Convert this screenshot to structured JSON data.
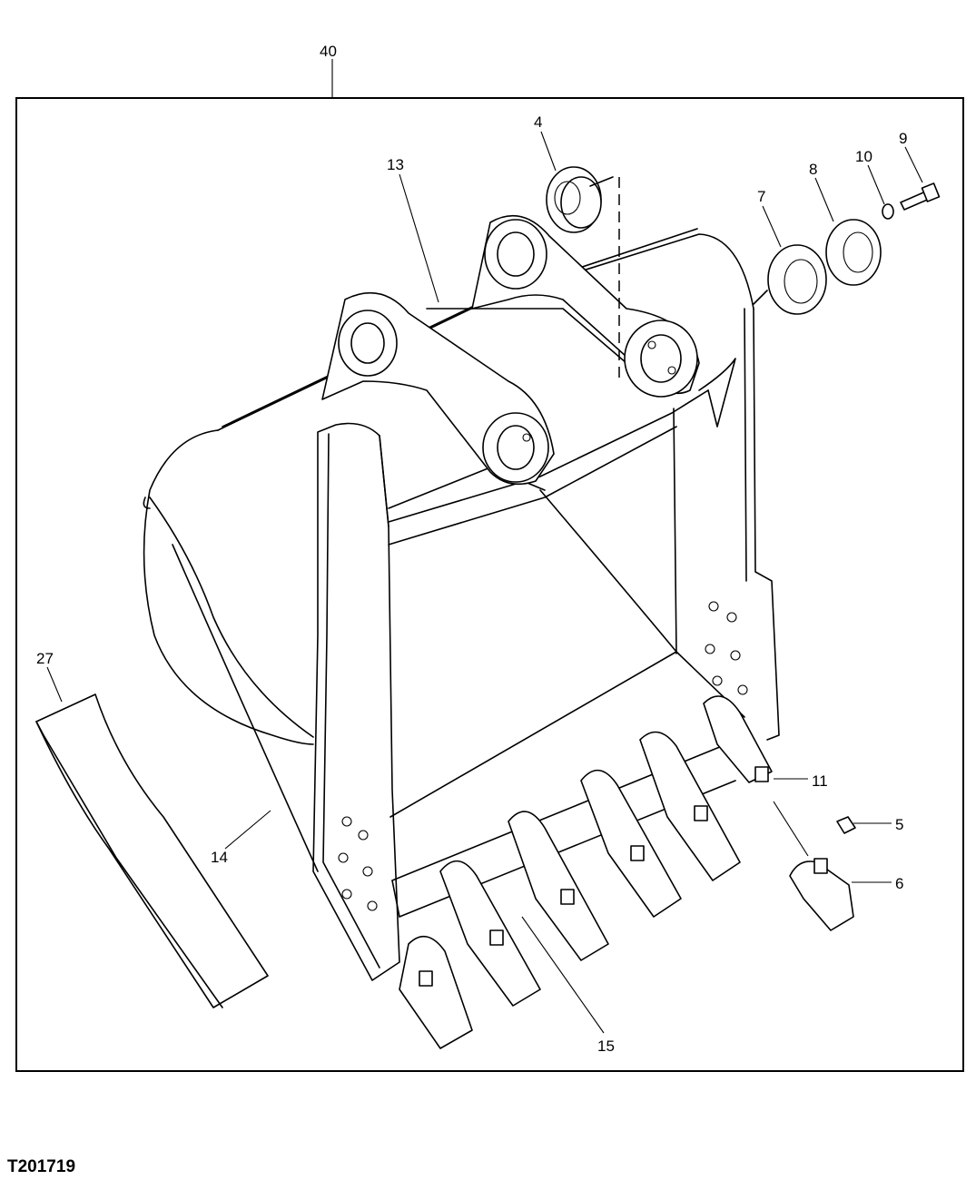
{
  "figure_id": "T201719",
  "callouts": {
    "c40": "40",
    "c4": "4",
    "c13": "13",
    "c7": "7",
    "c8": "8",
    "c10": "10",
    "c9": "9",
    "c27": "27",
    "c14": "14",
    "c11": "11",
    "c5": "5",
    "c6": "6",
    "c15": "15"
  }
}
